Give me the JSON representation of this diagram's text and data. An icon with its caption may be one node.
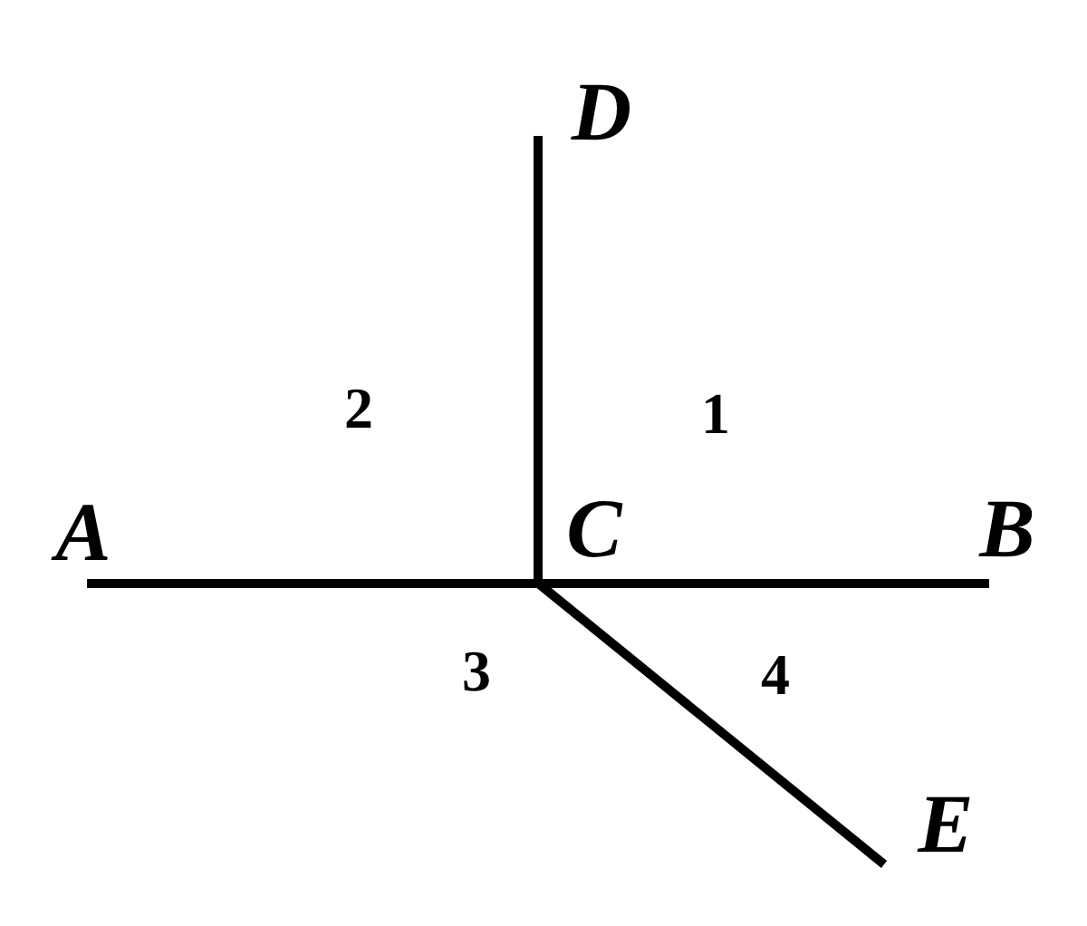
{
  "diagram": {
    "labels": [
      "D",
      "2",
      "1",
      "A",
      "C",
      "B",
      "3",
      "4",
      "E"
    ]
  }
}
